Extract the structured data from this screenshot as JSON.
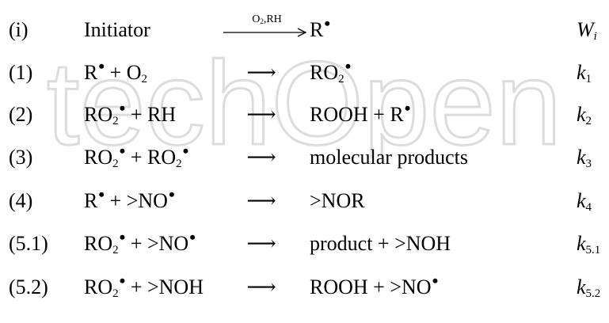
{
  "watermark": {
    "text": "techOpen",
    "color": "#e7e7e7"
  },
  "rows": [
    {
      "num": "(i)",
      "lhs": "Initiator",
      "arrow_label_a": "O",
      "arrow_label_a_sub": "2",
      "arrow_label_b": ",RH",
      "rhs_a": "R",
      "k": "W",
      "k_sub": "i"
    },
    {
      "num": "(1)",
      "lhs_a": "R",
      "lhs_b": " + O",
      "lhs_b_sub": "2",
      "arrow": "⟶",
      "rhs_a": "RO",
      "rhs_a_sub": "2",
      "k": "k",
      "k_sub": "1"
    },
    {
      "num": "(2)",
      "lhs_a": "RO",
      "lhs_a_sub": "2",
      "lhs_b": " + RH",
      "arrow": "⟶",
      "rhs_a": "ROOH + R",
      "k": "k",
      "k_sub": "2"
    },
    {
      "num": "(3)",
      "lhs_a": "RO",
      "lhs_a_sub": "2",
      "lhs_b": " + RO",
      "lhs_b_sub": "2",
      "arrow": "⟶",
      "rhs_a": "molecular products",
      "k": "k",
      "k_sub": "3"
    },
    {
      "num": "(4)",
      "lhs_a": "R",
      "lhs_b": " + >NO",
      "arrow": "⟶",
      "rhs_a": ">NOR",
      "k": "k",
      "k_sub": "4"
    },
    {
      "num": "(5.1)",
      "lhs_a": "RO",
      "lhs_a_sub": "2",
      "lhs_b": " + >NO",
      "arrow": "⟶",
      "rhs_a": "product + >NOH",
      "k": "k",
      "k_sub": "5.1"
    },
    {
      "num": "(5.2)",
      "lhs_a": "RO",
      "lhs_a_sub": "2",
      "lhs_b": " + >NOH",
      "arrow": "⟶",
      "rhs_a": "ROOH + >NO",
      "k": "k",
      "k_sub": "5.2"
    }
  ],
  "radical_dot": "•"
}
